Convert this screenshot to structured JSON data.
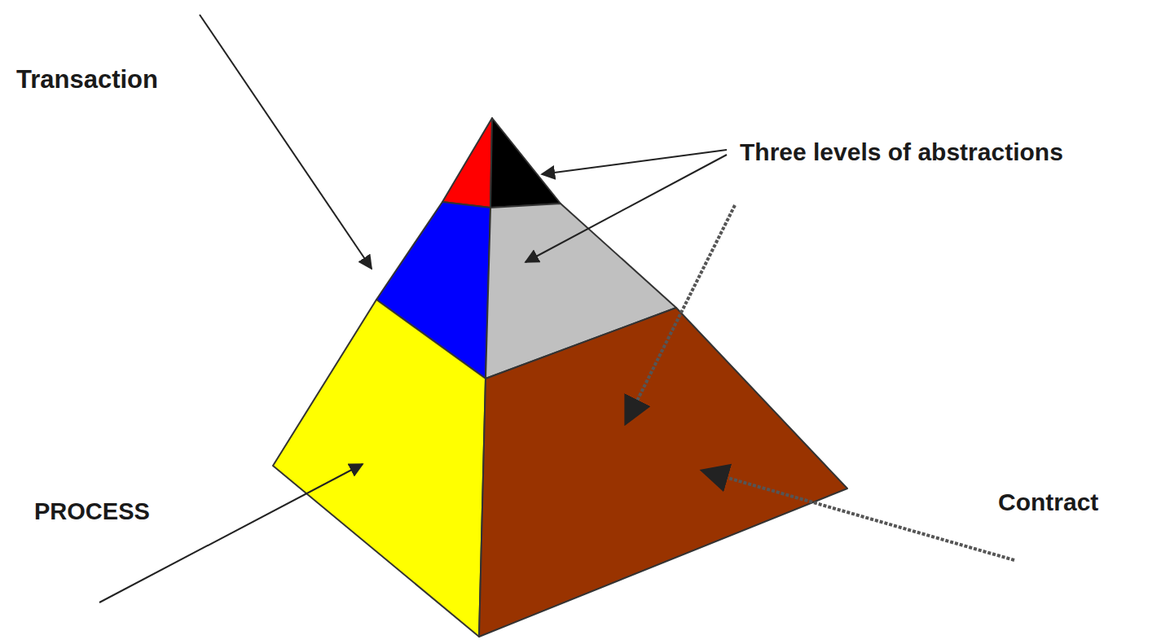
{
  "diagram": {
    "labels": [
      "Transaction",
      "Three levels of abstractions",
      "PROCESS",
      "Contract"
    ]
  }
}
